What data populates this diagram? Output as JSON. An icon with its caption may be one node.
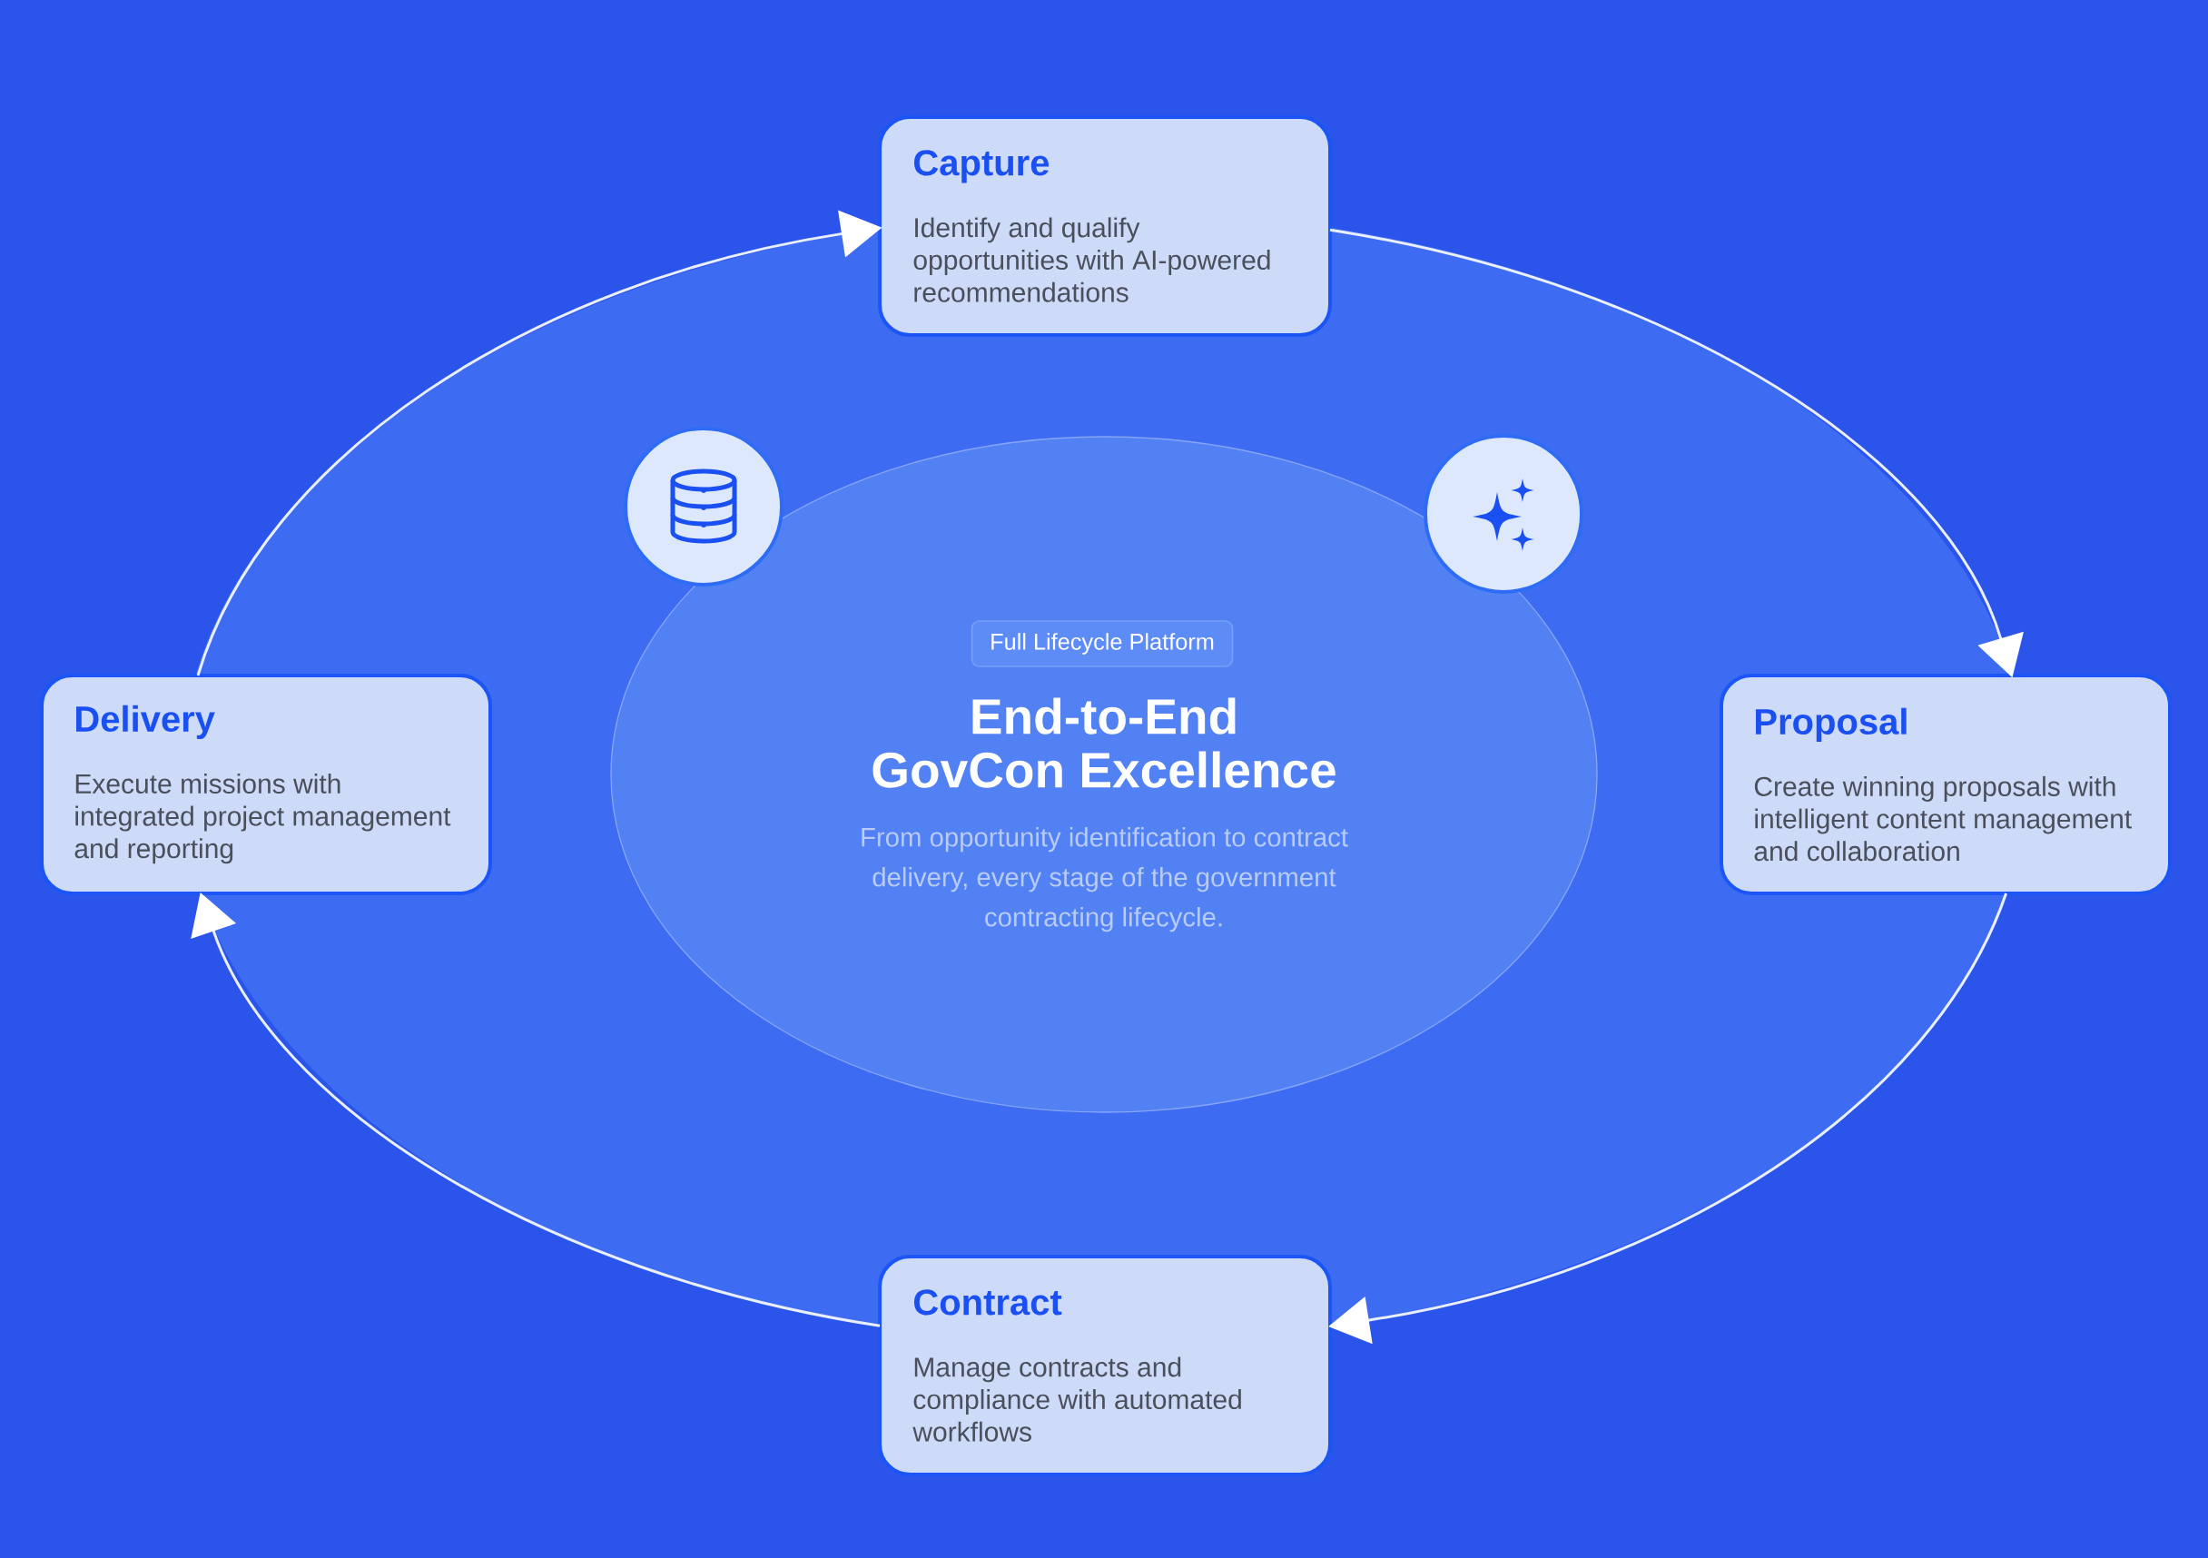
{
  "diagram": {
    "nodes": [
      {
        "text": [
          "Capture",
          "Identify and qualify opportunities with AI-powered recommendations"
        ]
      },
      {
        "text": [
          "End-to-End GovCon Excellence",
          "From opportunity identification to contract delivery, every stage of the government contracting lifecycle."
        ]
      },
      {
        "text": [
          "Full Lifecycle Platform"
        ],
        "in": 1
      },
      {
        "text": [
          "Delivery",
          "Execute missions with integrated project management and reporting"
        ]
      },
      {
        "text": [
          "Proposal",
          "Create winning proposals with intelligent content management and collaboration"
        ]
      },
      {
        "text": [
          "Contract",
          "Manage contracts and compliance with automated workflows"
        ]
      }
    ],
    "edges": [
      {
        "from": 0,
        "to": 4,
        "arrow": "to"
      },
      {
        "from": 4,
        "to": 5,
        "arrow": "to"
      },
      {
        "from": 5,
        "to": 3,
        "arrow": "to"
      },
      {
        "from": 3,
        "to": 0,
        "arrow": "to"
      }
    ]
  }
}
